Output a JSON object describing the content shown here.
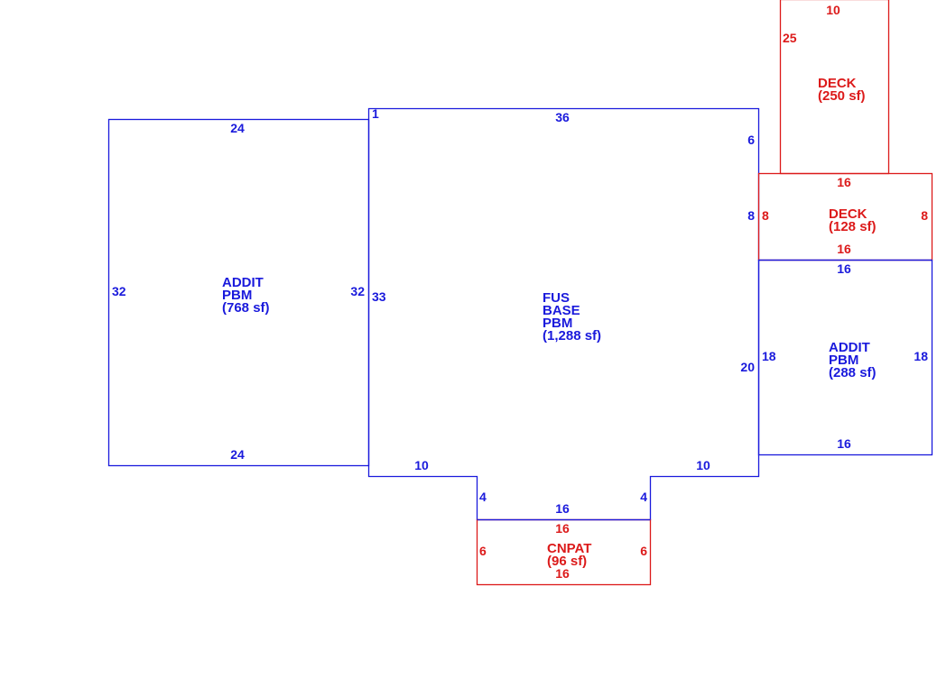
{
  "colors": {
    "base": "#1a1adc",
    "exterior": "#dc1a1a"
  },
  "areas": {
    "addit_left": {
      "lines": [
        "ADDIT",
        "PBM",
        "(768 sf)"
      ]
    },
    "fus_base": {
      "lines": [
        "FUS",
        "BASE",
        "PBM",
        "(1,288 sf)"
      ]
    },
    "deck_upper": {
      "lines": [
        "DECK",
        "(250 sf)"
      ]
    },
    "deck_middle": {
      "lines": [
        "DECK",
        "(128 sf)"
      ]
    },
    "addit_right": {
      "lines": [
        "ADDIT",
        "PBM",
        "(288 sf)"
      ]
    },
    "cnpat": {
      "lines": [
        "CNPAT",
        "(96 sf)"
      ]
    }
  },
  "dimensions": {
    "addit_left_top": "24",
    "addit_left_bottom": "24",
    "addit_left_left": "32",
    "addit_left_right": "32",
    "fus_corner": "1",
    "fus_top": "36",
    "fus_left": "33",
    "fus_right_upper": "6",
    "fus_right_mid": "8",
    "fus_right_lower": "20",
    "fus_bottom_left": "10",
    "fus_bottom_right": "10",
    "fus_notch_left": "4",
    "fus_notch_right": "4",
    "fus_notch_bottom": "16",
    "deck_upper_top": "10",
    "deck_upper_left": "25",
    "deck_middle_top": "16",
    "deck_middle_left": "8",
    "deck_middle_right": "8",
    "deck_middle_bottom": "16",
    "addit_right_top": "16",
    "addit_right_left": "18",
    "addit_right_right": "18",
    "addit_right_bottom": "16",
    "cnpat_top": "16",
    "cnpat_left": "6",
    "cnpat_right": "6",
    "cnpat_bottom": "16"
  }
}
